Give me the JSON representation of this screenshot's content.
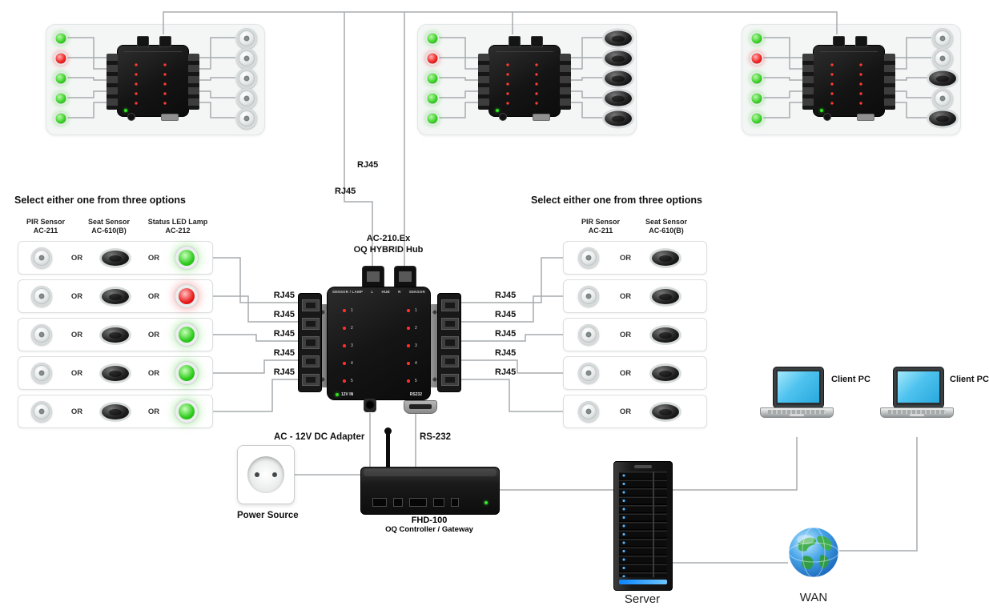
{
  "labels": {
    "rj45": "RJ45",
    "or": "OR",
    "select_header": "Select either one from three options",
    "adapter": "AC - 12V DC Adapter",
    "rs232": "RS-232",
    "power_source": "Power Source",
    "gateway_line1": "FHD-100",
    "gateway_line2": "OQ Controller / Gateway",
    "server": "Server",
    "wan": "WAN",
    "client_pc": "Client PC"
  },
  "hub": {
    "title_line1": "AC-210.Ex",
    "title_line2": "OQ HYBRID Hub",
    "top_labels": [
      "SENSOR / LAMP",
      "L",
      "HUB",
      "R",
      "SENSOR"
    ],
    "port_numbers": "1\n2\n3\n4\n5",
    "power_label": "12V IN",
    "serial_label": "RS232"
  },
  "columns": {
    "pir": {
      "name": "PIR Sensor",
      "model": "AC-211"
    },
    "seat": {
      "name": "Seat Sensor",
      "model": "AC-610(B)"
    },
    "lamp": {
      "name": "Status LED Lamp",
      "model": "AC-212"
    }
  },
  "top_panels": [
    {
      "leds": [
        "green",
        "red",
        "green",
        "green",
        "green"
      ],
      "sensors": [
        "dome",
        "dome",
        "dome",
        "dome",
        "dome"
      ]
    },
    {
      "leds": [
        "green",
        "red",
        "green",
        "green",
        "green"
      ],
      "sensors": [
        "seat",
        "seat",
        "seat",
        "seat",
        "seat"
      ]
    },
    {
      "leds": [
        "green",
        "red",
        "green",
        "green",
        "green"
      ],
      "sensors": [
        "dome",
        "dome",
        "seat",
        "dome",
        "seat"
      ]
    }
  ],
  "left_options": {
    "lamps": [
      "green",
      "red",
      "green",
      "green",
      "green"
    ]
  },
  "colors": {
    "led_green": "#2fc620",
    "led_red": "#e81d1d",
    "wire": "#a7acae",
    "screen_blue": "#4fc3ef",
    "server_led": "#39a7ff"
  }
}
